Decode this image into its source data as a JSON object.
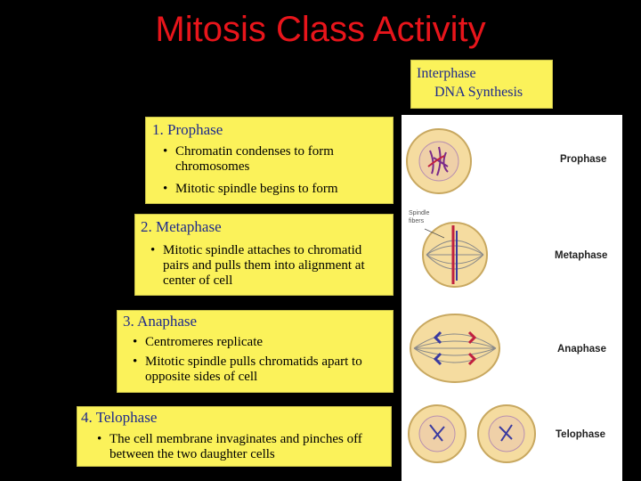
{
  "title": "Mitosis Class Activity",
  "interphase": {
    "line1": "Interphase",
    "line2": "DNA Synthesis"
  },
  "phases": [
    {
      "heading": "1. Prophase",
      "bullets": [
        "Chromatin condenses to form chromosomes",
        "Mitotic spindle begins to form"
      ]
    },
    {
      "heading": "2. Metaphase",
      "bullets": [
        "Mitotic spindle attaches to chromatid pairs and pulls them into alignment at center of cell"
      ]
    },
    {
      "heading": "3. Anaphase",
      "bullets": [
        "Centromeres replicate",
        "Mitotic spindle pulls chromatids apart to opposite sides of cell"
      ]
    },
    {
      "heading": "4. Telophase",
      "bullets": [
        "The cell membrane invaginates and pinches off between the two daughter cells"
      ]
    }
  ],
  "figure": {
    "labels": [
      "Prophase",
      "Metaphase",
      "Anaphase",
      "Telophase"
    ],
    "spindle_label": [
      "Spindle",
      "fibers"
    ]
  },
  "colors": {
    "title": "#e8151b",
    "box": "#fbf25a",
    "heading": "#1e2a8c",
    "cell": "#f5dca0"
  }
}
